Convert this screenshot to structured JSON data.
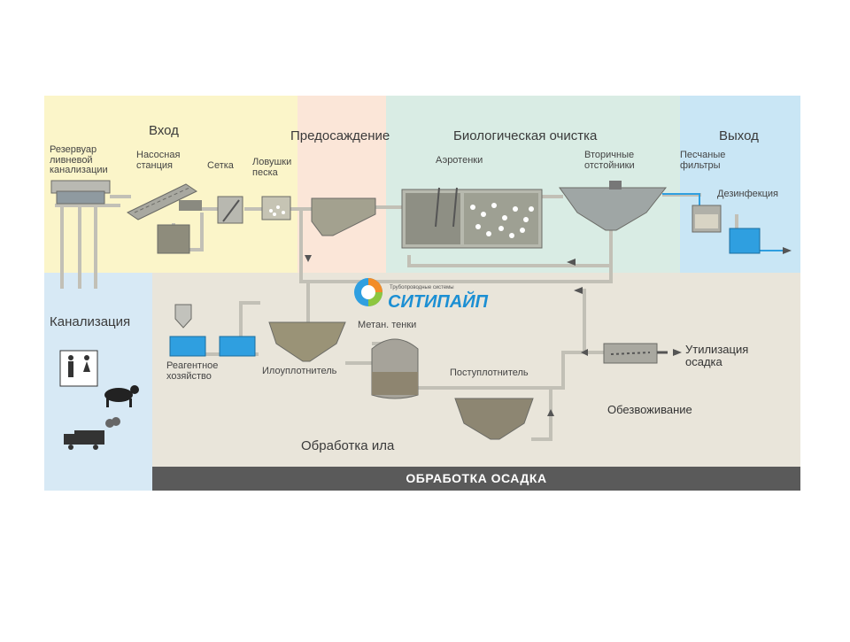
{
  "zones": {
    "entry": "Вход",
    "presettling": "Предосаждение",
    "bio": "Биологическая очистка",
    "exit": "Выход",
    "sewer": "Канализация",
    "sludge": "Обработка ила"
  },
  "units": {
    "storm_reservoir": "Резервуар\nливневой\nканализации",
    "pump_station": "Насосная\nстанция",
    "screen": "Сетка",
    "sand_traps": "Ловушки\nпеска",
    "aerotanks": "Аэротенки",
    "secondary_clarifiers": "Вторичные\nотстойники",
    "sand_filters": "Песчаные\nфильтры",
    "disinfection": "Дезинфекция",
    "methane_tanks": "Метан. тенки",
    "reagent": "Реагентное\nхозяйство",
    "sludge_thickener": "Илоуплотнитель",
    "post_thickener": "Поступлотнитель",
    "disposal": "Утилизация\nосадка",
    "dewatering": "Обезвоживание"
  },
  "footer": "ОБРАБОТКА ОСАДКА",
  "logo": {
    "name": "СИТИПАЙП",
    "tagline": "Трубопроводные системы"
  },
  "colors": {
    "entry_zone": "#fbf5c9",
    "presettling_zone": "#fbe6d8",
    "bio_zone": "#d9ece4",
    "exit_zone": "#c9e6f5",
    "sewer_zone": "#d7e9f5",
    "sludge_zone": "#e9e5da",
    "pipe": "#c9c8c0",
    "water": "#2f9fe0",
    "footer_bar": "#5a5a5a"
  }
}
